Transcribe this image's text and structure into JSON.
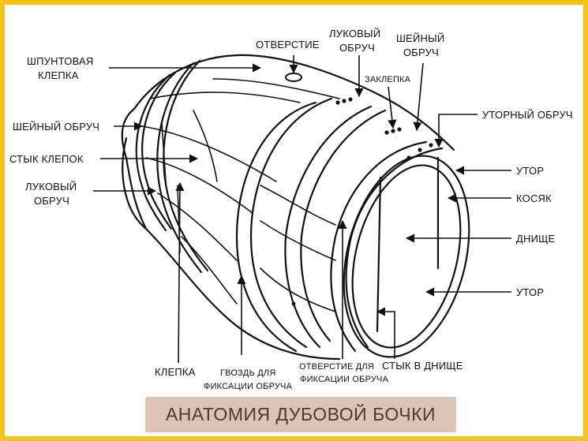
{
  "title": "АНАТОМИЯ ДУБОВОЙ БОЧКИ",
  "labels": {
    "bung_stave_1": "ШПУНТОВАЯ",
    "bung_stave_2": "КЛЕПКА",
    "bunghole": "ОТВЕРСТИЕ",
    "quarter_hoop_top_1": "ЛУКОВЫЙ",
    "quarter_hoop_top_2": "ОБРУЧ",
    "neck_hoop_top_1": "ШЕЙНЫЙ",
    "neck_hoop_top_2": "ОБРУЧ",
    "rivet": "ЗАКЛЕПКА",
    "head_hoop": "УТОРНЫЙ ОБРУЧ",
    "neck_hoop_left": "ШЕЙНЫЙ ОБРУЧ",
    "stave_joint": "СТЫК КЛЕПОК",
    "quarter_hoop_left_1": "ЛУКОВЫЙ",
    "quarter_hoop_left_2": "ОБРУЧ",
    "croze_top": "УТОР",
    "chime": "КОСЯК",
    "head": "ДНИЩЕ",
    "croze_bottom": "УТОР",
    "stave": "КЛЕПКА",
    "hoop_nail_1": "ГВОЗДЬ ДЛЯ",
    "hoop_nail_2": "ФИКСАЦИИ ОБРУЧА",
    "hoop_hole_1": "ОТВЕРСТИЕ ДЛЯ",
    "hoop_hole_2": "ФИКСАЦИИ ОБРУЧА",
    "head_joint": "СТЫК В ДНИЩЕ"
  },
  "colors": {
    "frame": "#f7c21a",
    "banner_bg": "#dcc3b3",
    "banner_text": "#4b3a33",
    "ink": "#111111"
  }
}
